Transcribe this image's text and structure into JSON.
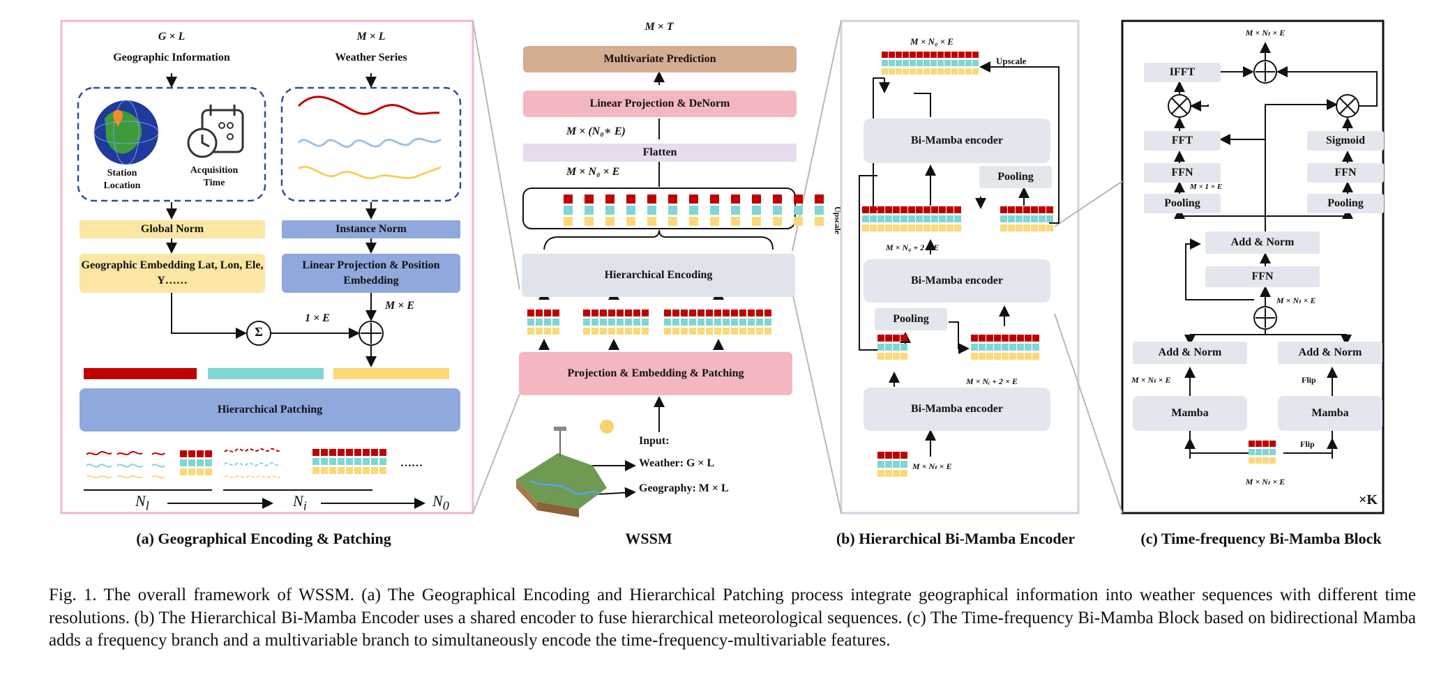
{
  "panel_a": {
    "geo_dim": "G × L",
    "geo_title": "Geographic Information",
    "weather_dim": "M × L",
    "weather_title": "Weather Series",
    "station_label": "Station Location",
    "acq_label": "Acquisition Time",
    "global_norm": "Global Norm",
    "instance_norm": "Instance Norm",
    "geo_embed": "Geographic Embedding Lat, Lon, Ele, Y……",
    "linproj_pos": "Linear Projection & Position Embedding",
    "sum_symbol": "Σ",
    "one_e": "1 × E",
    "m_e": "M × E",
    "hier_patching": "Hierarchical Patching",
    "ellipsis": "……",
    "n_l": "N",
    "n_l_sub": "l",
    "n_i": "N",
    "n_i_sub": "i",
    "n_0": "N",
    "n_0_sub": "0",
    "caption": "(a) Geographical Encoding & Patching"
  },
  "wssm": {
    "out_dim": "M × T",
    "multivariate": "Multivariate Prediction",
    "linproj_denorm": "Linear Projection & DeNorm",
    "dim_flatten_in": "M × (N₀∗ E)",
    "flatten": "Flatten",
    "dim_n0": "M × N₀ × E",
    "hier_encoding": "Hierarchical Encoding",
    "proj_embed": "Projection & Embedding & Patching",
    "input_label": "Input:",
    "weather_input": "Weather: G × L",
    "geography_input": "Geography: M × L",
    "caption": "WSSM"
  },
  "panel_b": {
    "dim_top": "M × N₀ × E",
    "upscale_top": "Upscale",
    "encoder_label": "Bi-Mamba encoder",
    "pooling": "Pooling",
    "upscale_side": "Upscale",
    "dim_mid": "M × N₀ + 2 × E",
    "dim_ni": "M × Nᵢ + 2 × E",
    "dim_bottom": "M × Nₗ × E",
    "caption": "(b) Hierarchical Bi-Mamba Encoder"
  },
  "panel_c": {
    "dim_top": "M × Nₗ × E",
    "ifft": "IFFT",
    "fft": "FFT",
    "ffn": "FFN",
    "sigmoid": "Sigmoid",
    "pooling": "Pooling",
    "dim_m1e": "M × 1 × E",
    "add_norm": "Add & Norm",
    "dim_mid": "M × Nₗ × E",
    "dim_left": "M × Nₗ × E",
    "flip": "Flip",
    "mamba": "Mamba",
    "dim_bottom": "M × Nₗ × E",
    "times_k": "×K",
    "caption": "(c) Time-frequency Bi-Mamba Block"
  },
  "figure_caption": "Fig. 1.  The overall framework of WSSM. (a) The Geographical Encoding and Hierarchical Patching process integrate geographical information into weather sequences with different time resolutions. (b) The Hierarchical Bi-Mamba Encoder uses a shared encoder to fuse hierarchical meteorological sequences. (c) The Time-frequency Bi-Mamba Block based on bidirectional Mamba adds a frequency branch and a multivariable branch to simultaneously encode the time-frequency-multivariable features.",
  "colors": {
    "red": "#c00000",
    "cyan": "#7fd6d3",
    "yellow": "#fbd978",
    "panel_a_border": "#f2b8c6",
    "panel_b_border": "#cfd3e0",
    "dash": "#2f4f8f"
  }
}
